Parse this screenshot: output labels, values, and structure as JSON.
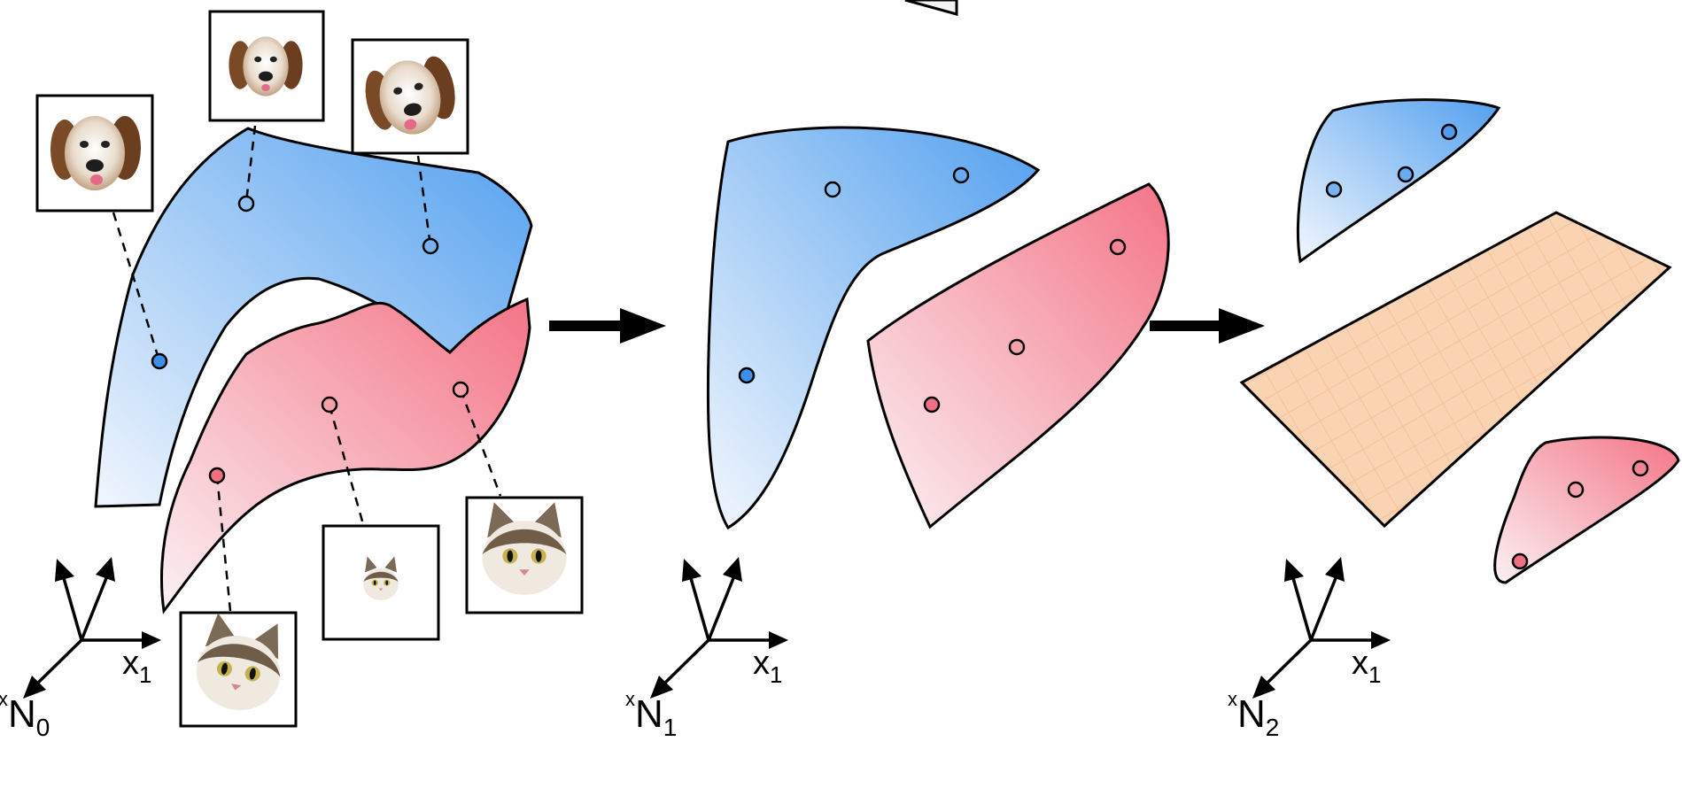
{
  "axes": [
    {
      "id": "axes-0",
      "x_label": "x",
      "x_sub": "1",
      "n_sup": "x",
      "n_label": "N",
      "n_sub": "0"
    },
    {
      "id": "axes-1",
      "x_label": "x",
      "x_sub": "1",
      "n_sup": "x",
      "n_label": "N",
      "n_sub": "1"
    },
    {
      "id": "axes-2",
      "x_label": "x",
      "x_sub": "1",
      "n_sup": "x",
      "n_label": "N",
      "n_sub": "2"
    }
  ],
  "colors": {
    "blue": "#5aa4ee",
    "blue_light": "#eef4fc",
    "red": "#f37a8c",
    "red_light": "#fbeef0",
    "orange": "#f7be92",
    "orange_line": "#ef9c5c",
    "stroke": "#000000"
  },
  "icons": {
    "dog": "dog-face-icon",
    "cat": "cat-face-icon",
    "arrow": "right-arrow-icon"
  }
}
